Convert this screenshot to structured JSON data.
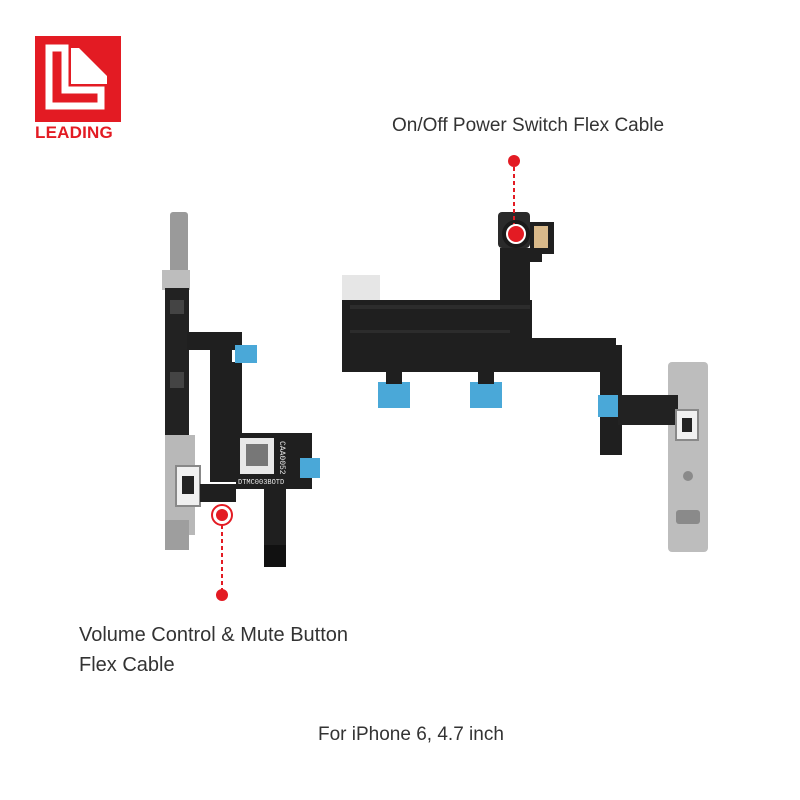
{
  "logo": {
    "text": "LEADING",
    "color": "#e31b23"
  },
  "labels": {
    "power_switch": "On/Off Power Switch Flex Cable",
    "volume_line1": "Volume Control & Mute Button",
    "volume_line2": "Flex Cable",
    "model": "For iPhone 6, 4.7 inch"
  },
  "part_codes": {
    "sticker_code_1": "DTMC003BOTD",
    "sticker_code_2": "CAA0052"
  },
  "colors": {
    "accent_red": "#e31b23",
    "flex_black": "#1f1f1f",
    "tab_blue": "#4aa8d8",
    "steel": "#b9b9b9"
  }
}
